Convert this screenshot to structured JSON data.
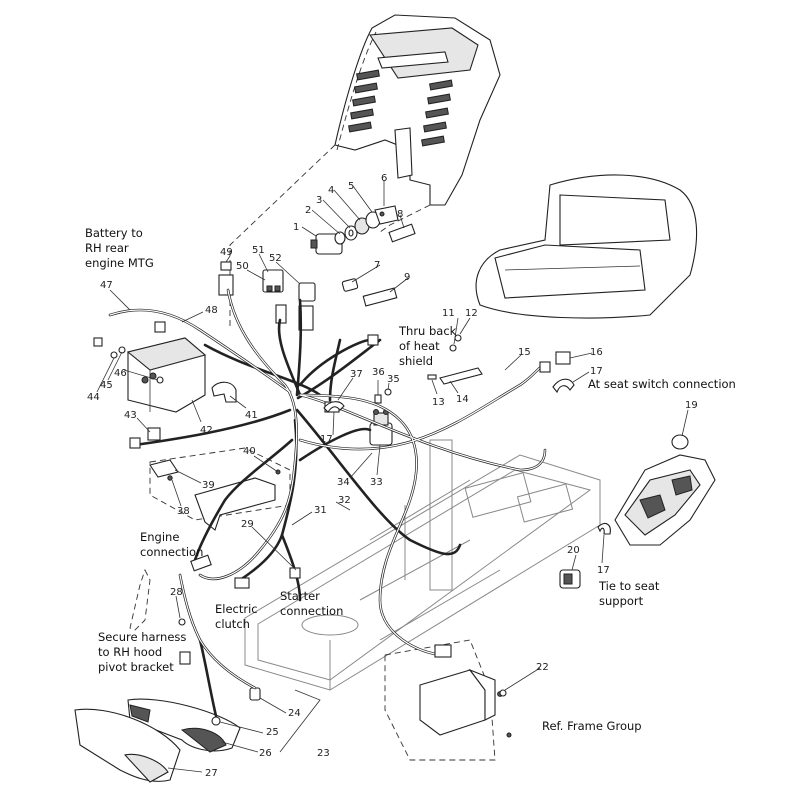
{
  "part_numbers": [
    "1",
    "2",
    "3",
    "4",
    "5",
    "6",
    "7",
    "8",
    "9",
    "11",
    "12",
    "13",
    "14",
    "15",
    "16",
    "17",
    "17",
    "17",
    "19",
    "20",
    "22",
    "23",
    "24",
    "25",
    "26",
    "27",
    "28",
    "29",
    "31",
    "32",
    "33",
    "34",
    "35",
    "36",
    "37",
    "38",
    "39",
    "40",
    "41",
    "42",
    "43",
    "44",
    "45",
    "46",
    "47",
    "48",
    "49",
    "50",
    "51",
    "52"
  ],
  "notes": {
    "battery_line1": "Battery to",
    "battery_line2": "RH rear",
    "battery_line3": "engine MTG",
    "thru_line1": "Thru back",
    "thru_line2": "of heat",
    "thru_line3": "shield",
    "seat_switch": "At seat switch connection",
    "engine_line1": "Engine",
    "engine_line2": "connection",
    "electric_line1": "Electric",
    "electric_line2": "clutch",
    "starter_line1": "Starter",
    "starter_line2": "connection",
    "secure_line1": "Secure harness",
    "secure_line2": "to RH hood",
    "secure_line3": "pivot bracket",
    "tie_line1": "Tie to seat",
    "tie_line2": "support",
    "ref_frame": "Ref. Frame Group"
  }
}
